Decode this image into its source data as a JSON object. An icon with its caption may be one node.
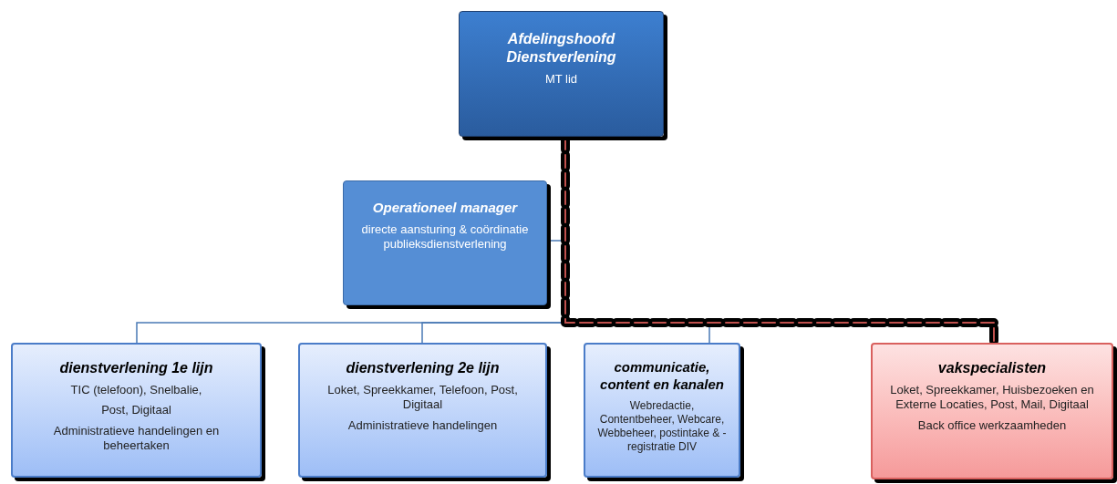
{
  "diagram": {
    "nodes": [
      {
        "text": [
          "Afdelingshoofd Dienstverlening",
          "MT lid"
        ]
      },
      {
        "text": [
          "Operationeel manager",
          "directe aansturing & coördinatie publieksdienstverlening"
        ]
      },
      {
        "text": [
          "dienstverlening 1e lijn",
          "TIC (telefoon), Snelbalie,",
          "Post, Digitaal",
          "Administratieve handelingen en beheertaken"
        ]
      },
      {
        "text": [
          "dienstverlening 2e lijn",
          "Loket, Spreekkamer, Telefoon, Post, Digitaal",
          "Administratieve handelingen"
        ]
      },
      {
        "text": [
          "communicatie, content en kanalen",
          "Webredactie, Contentbeheer, Webcare, Webbeheer, postintake & -registratie DIV"
        ]
      },
      {
        "text": [
          "vakspecialisten",
          "Loket, Spreekkamer, Huisbezoeken en Externe Locaties, Post, Mail, Digitaal",
          "Back office werkzaamheden"
        ]
      }
    ],
    "edges": [
      {
        "from": 0,
        "to": 1,
        "arrow": "none"
      },
      {
        "from": 0,
        "to": 2,
        "arrow": "none"
      },
      {
        "from": 0,
        "to": 3,
        "arrow": "none"
      },
      {
        "from": 0,
        "to": 4,
        "arrow": "none"
      },
      {
        "from": 0,
        "to": 5,
        "arrow": "none",
        "style": "dashed",
        "color": "#000000"
      }
    ]
  }
}
